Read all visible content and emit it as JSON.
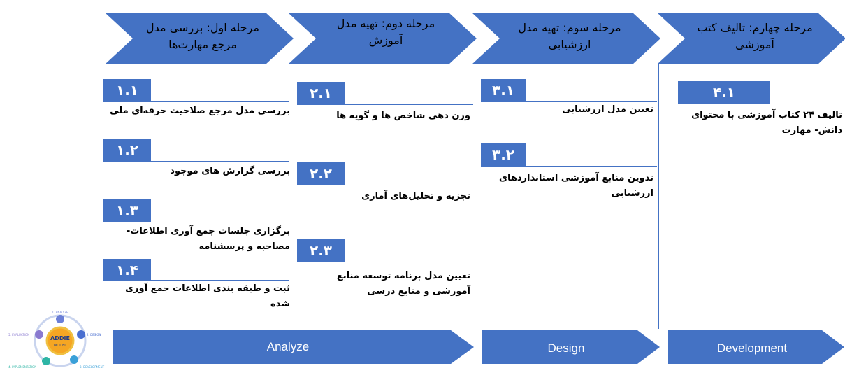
{
  "stages": [
    {
      "title": "مرحله اول: بررسی مدل مرجع مهارت‌ها"
    },
    {
      "title": "مرحله دوم: تهیه مدل آموزش"
    },
    {
      "title": "مرحله سوم: تهیه مدل ارزشیابی"
    },
    {
      "title": "مرحله چهارم: تالیف کتب آموزشی"
    }
  ],
  "steps": [
    {
      "num": "۱.۱",
      "text": "بررسی مدل مرجع صلاحیت حرفه‌ای ملی"
    },
    {
      "num": "۱.۲",
      "text": "بررسی گزارش های موجود"
    },
    {
      "num": "۱.۳",
      "text": "برگزاری جلسات جمع آوری اطلاعات- مصاحبه و پرسشنامه"
    },
    {
      "num": "۱.۴",
      "text": "ثبت و طبقه بندی اطلاعات جمع آوری شده"
    },
    {
      "num": "۲.۱",
      "text": "وزن دهی شاخص ها و گویه ها"
    },
    {
      "num": "۲.۲",
      "text": "تجزیه و تحلیل‌های آماری"
    },
    {
      "num": "۲.۳",
      "text": "تعیین مدل برنامه توسعه منابع آموزشی و منابع درسی"
    },
    {
      "num": "۳.۱",
      "text": "تعیین مدل ارزشیابی"
    },
    {
      "num": "۳.۲",
      "text": "تدوین منابع آموزشی استانداردهای ارزشیابی"
    },
    {
      "num": "۴.۱",
      "text": "تالیف ۲۴ کتاب آموزشی با محتوای دانش- مهارت"
    }
  ],
  "phases": [
    {
      "label": "Analyze"
    },
    {
      "label": "Design"
    },
    {
      "label": "Development"
    }
  ],
  "addie": {
    "center_top": "ADDIE",
    "center_bottom": "MODEL",
    "analyze": "1. ANALYZE",
    "design": "2. DESIGN",
    "development": "3. DEVELOPMENT",
    "implementation": "4. IMPLEMENTATION",
    "evaluation": "5. EVALUATION"
  },
  "colors": {
    "primary": "#4472c4",
    "dark": "#2f5597"
  }
}
